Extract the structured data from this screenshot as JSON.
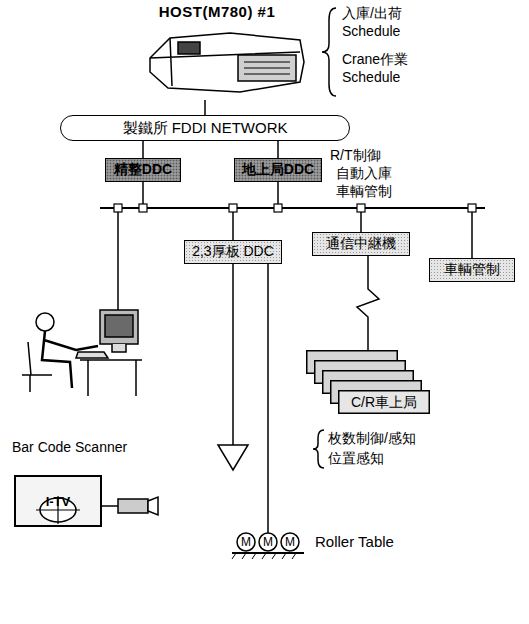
{
  "diagram": {
    "nodes": [
      {
        "text": [
          "HOST(M780) #1"
        ]
      },
      {
        "text": [
          "製鐵所 FDDI NETWORK"
        ]
      },
      {
        "text": [
          "精整DDC"
        ]
      },
      {
        "text": [
          "地上局DDC"
        ]
      },
      {
        "text": [
          "2,3厚板 DDC"
        ]
      },
      {
        "text": [
          "通信中継機"
        ]
      },
      {
        "text": [
          "車輌管制"
        ]
      },
      {
        "text": [
          "C/R車上局"
        ]
      },
      {
        "text": [
          "I-TV"
        ]
      }
    ],
    "edges": [
      {
        "from": 0,
        "to": 1,
        "arrow": "none"
      },
      {
        "from": 1,
        "to": 2,
        "arrow": "none"
      },
      {
        "from": 1,
        "to": 3,
        "arrow": "none"
      },
      {
        "from": 5,
        "to": 7,
        "arrow": "none"
      }
    ],
    "labels": [
      "入庫/出荷 Schedule",
      "Crane作業 Schedule",
      "R/T制御",
      "自動入庫",
      "車輌管制",
      "枚数制御/感知",
      "位置感知",
      "Bar Code Scanner",
      "M",
      "M",
      "M",
      "Roller Table"
    ]
  }
}
